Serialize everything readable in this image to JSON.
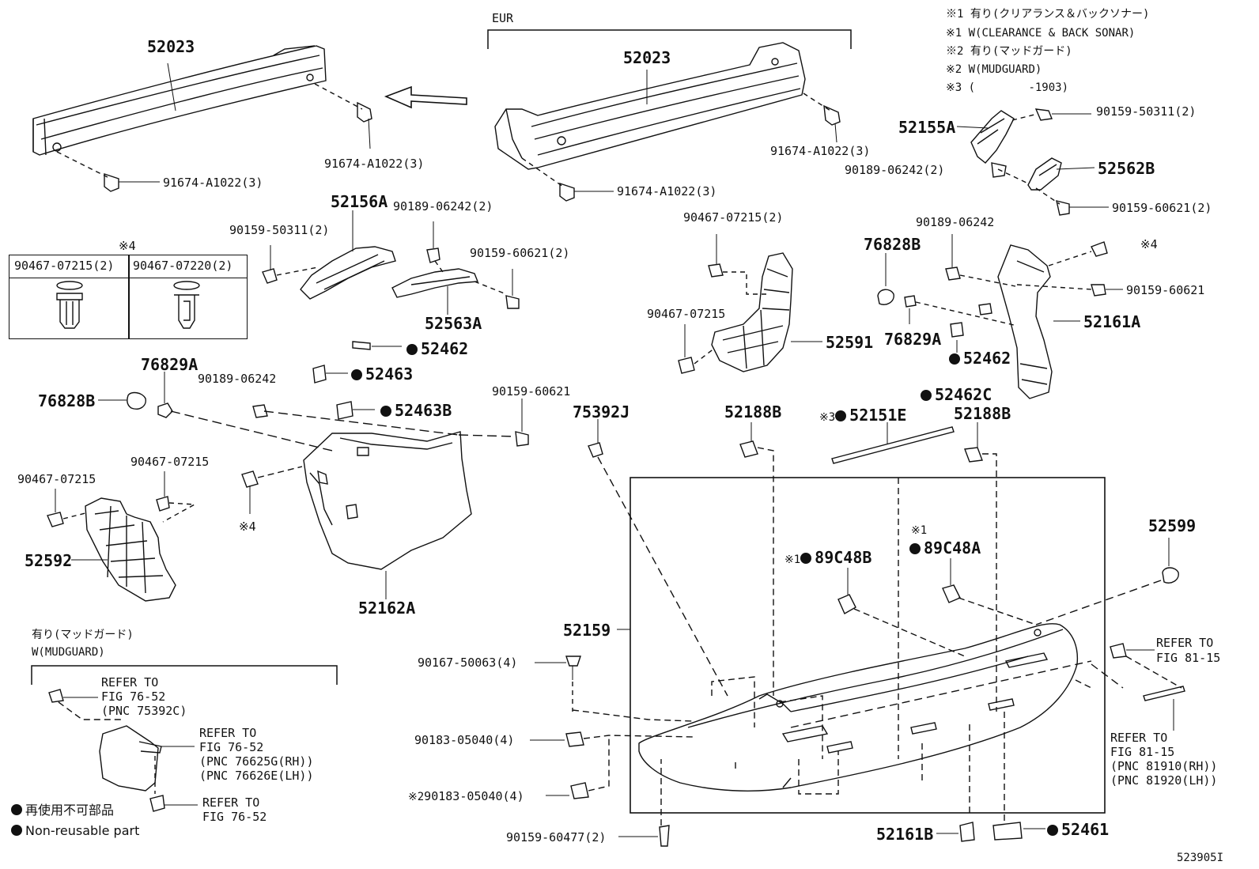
{
  "legend": {
    "note1_jp": "※1 有り(クリアランス＆バックソナー)",
    "note1_en": "※1 W(CLEARANCE & BACK SONAR)",
    "note2_jp": "※2 有り(マッドガード)",
    "note2_en": "※2 W(MUDGUARD)",
    "note3": "※3 (        -1903)"
  },
  "eur_label": "EUR",
  "parts": {
    "p52023_left": "52023",
    "p52023_right": "52023",
    "p91674_top_left": "91674-A1022(3)",
    "p91674_left": "91674-A1022(3)",
    "p91674_eur_top": "91674-A1022(3)",
    "p91674_eur_bottom": "91674-A1022(3)",
    "p52156A": "52156A",
    "p90159_50311_left": "90159-50311(2)",
    "p90189_06242_mid": "90189-06242(2)",
    "p90159_60621_mid": "90159-60621(2)",
    "p52563A": "52563A",
    "p52462_left": "52462",
    "p52463": "52463",
    "p52463B": "52463B",
    "p76829A_left": "76829A",
    "p76828B_left": "76828B",
    "p90189_06242_left": "90189-06242",
    "p90159_60621_left": "90159-60621",
    "p90467_07215_a": "90467-07215",
    "p90467_07215_b": "90467-07215",
    "p52592": "52592",
    "p52162A": "52162A",
    "note4_left": "※4",
    "table_note": "※4",
    "table_col1": "90467-07215(2)",
    "table_col2": "90467-07220(2)",
    "p90467_07215_2_mid": "90467-07215(2)",
    "p90467_07215_mid": "90467-07215",
    "p52591": "52591",
    "p52155A": "52155A",
    "p90159_50311_right": "90159-50311(2)",
    "p90189_06242_right2": "90189-06242(2)",
    "p52562B": "52562B",
    "p90159_60621_right2": "90159-60621(2)",
    "p90189_06242_right": "90189-06242",
    "p76828B_right": "76828B",
    "note4_right": "※4",
    "p90159_60621_right": "90159-60621",
    "p52161A": "52161A",
    "p76829A_right": "76829A",
    "p52462_right": "52462",
    "p52462C": "52462C",
    "p75392J": "75392J",
    "p52188B_a": "52188B",
    "p52188B_b": "52188B",
    "p52151E_note": "※3",
    "p52151E": "52151E",
    "p89C48A_note": "※1",
    "p89C48A": "89C48A",
    "p89C48B_note": "※1",
    "p89C48B": "89C48B",
    "p52599": "52599",
    "p52159": "52159",
    "p90167_50063": "90167-50063(4)",
    "p90183_05040": "90183-05040(4)",
    "p90183_05040_b_note": "※2",
    "p90183_05040_b": "90183-05040(4)",
    "p90159_60477": "90159-60477(2)",
    "p52161B": "52161B",
    "p52461": "52461",
    "ref_81_15_top": "REFER TO\nFIG 81-15",
    "ref_81_15_bottom": "REFER TO\nFIG 81-15\n(PNC 81910(RH))\n(PNC 81920(LH))"
  },
  "mudguard": {
    "title_jp": "有り(マッドガード)",
    "title_en": "W(MUDGUARD)",
    "ref_76_52_a": "REFER TO\nFIG 76-52\n(PNC 75392C)",
    "ref_76_52_b": "REFER TO\nFIG 76-52\n(PNC 76625G(RH))\n(PNC 76626E(LH))",
    "ref_76_52_c": "REFER TO\nFIG 76-52"
  },
  "footer": {
    "nonreusable_jp": "再使用不可部品",
    "nonreusable_en": "Non-reusable part",
    "diagram_id": "523905I"
  }
}
